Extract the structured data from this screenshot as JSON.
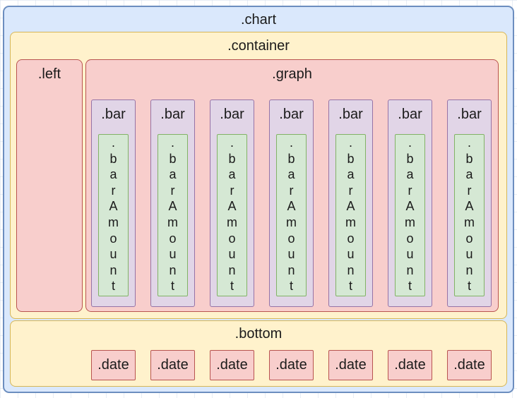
{
  "chart": {
    "label": ".chart",
    "container": {
      "label": ".container",
      "left": {
        "label": ".left"
      },
      "graph": {
        "label": ".graph",
        "bars": [
          {
            "label": ".bar",
            "amount_label": ".barAmount"
          },
          {
            "label": ".bar",
            "amount_label": ".barAmount"
          },
          {
            "label": ".bar",
            "amount_label": ".barAmount"
          },
          {
            "label": ".bar",
            "amount_label": ".barAmount"
          },
          {
            "label": ".bar",
            "amount_label": ".barAmount"
          },
          {
            "label": ".bar",
            "amount_label": ".barAmount"
          },
          {
            "label": ".bar",
            "amount_label": ".barAmount"
          }
        ]
      }
    },
    "bottom": {
      "label": ".bottom",
      "dates": [
        {
          "label": ".date"
        },
        {
          "label": ".date"
        },
        {
          "label": ".date"
        },
        {
          "label": ".date"
        },
        {
          "label": ".date"
        },
        {
          "label": ".date"
        },
        {
          "label": ".date"
        }
      ]
    }
  },
  "colors": {
    "chart_fill": "#dae8fc",
    "chart_stroke": "#6c8ebf",
    "container_fill": "#fff2cc",
    "container_stroke": "#d6b656",
    "panel_fill": "#f8cecc",
    "panel_stroke": "#b85450",
    "bar_fill": "#e1d5e7",
    "bar_stroke": "#9673a6",
    "amount_fill": "#d5e8d4",
    "amount_stroke": "#82b366",
    "text": "#1a1a1a"
  }
}
